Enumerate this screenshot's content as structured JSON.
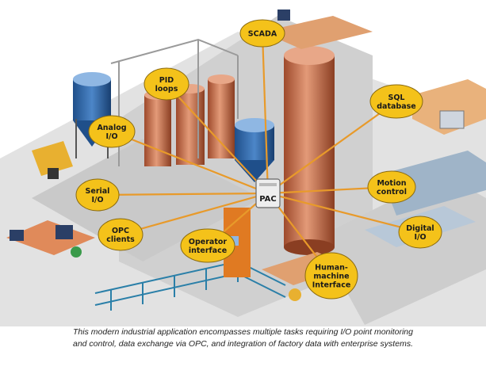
{
  "hub": {
    "label": "PAC"
  },
  "nodes": [
    {
      "key": "scada",
      "lines": [
        "SCADA"
      ]
    },
    {
      "key": "pid",
      "lines": [
        "PID",
        "loops"
      ]
    },
    {
      "key": "sql",
      "lines": [
        "SQL",
        "database"
      ]
    },
    {
      "key": "analog",
      "lines": [
        "Analog",
        "I/O"
      ]
    },
    {
      "key": "serial",
      "lines": [
        "Serial",
        "I/O"
      ]
    },
    {
      "key": "motion",
      "lines": [
        "Motion",
        "control"
      ]
    },
    {
      "key": "opc",
      "lines": [
        "OPC",
        "clients"
      ]
    },
    {
      "key": "digital",
      "lines": [
        "Digital",
        "I/O"
      ]
    },
    {
      "key": "operator",
      "lines": [
        "Operator",
        "interface"
      ]
    },
    {
      "key": "hmi",
      "lines": [
        "Human-",
        "machine",
        "Interface"
      ]
    }
  ],
  "caption": {
    "line1": "This modern industrial application encompasses multiple tasks requiring I/O point monitoring",
    "line2": "and control, data exchange via OPC, and integration of factory data with enterprise systems."
  },
  "colors": {
    "bubble": "#f4c21a",
    "bubble_stroke": "#8a6a10",
    "link": "#e89a2a",
    "tank": "#c8704a",
    "floor": "#d9d9d9"
  }
}
